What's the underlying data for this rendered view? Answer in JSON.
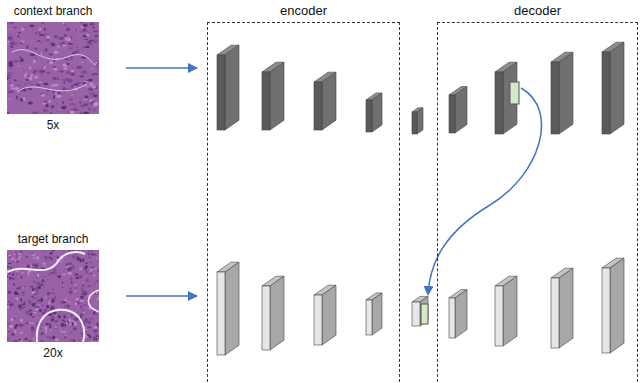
{
  "diagram": {
    "nodes": [
      {
        "text": [
          "context branch",
          "5x"
        ]
      },
      {
        "text": [
          "target branch",
          "20x"
        ]
      },
      {
        "text": [
          "encoder"
        ]
      },
      {
        "text": [
          "decoder"
        ]
      }
    ],
    "edges": [
      {
        "from": 0,
        "to": 2,
        "arrow": "to"
      },
      {
        "from": 1,
        "to": 2,
        "arrow": "to"
      }
    ]
  }
}
